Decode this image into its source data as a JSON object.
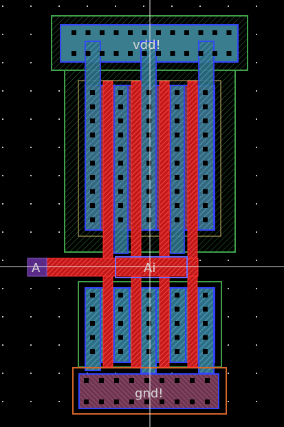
{
  "labels": {
    "vdd": "vdd!",
    "gnd": "gnd!",
    "input_pin": "A",
    "input_net": "Ai"
  },
  "colors": {
    "background": "#000000",
    "grid_dot": "#c8c8c8",
    "crosshair": "#e8e8e8",
    "nwell_outline": "#3fa24a",
    "select_outline": "#6fd36f",
    "active_fill": "#3a7d8f",
    "metal1_outline": "#3344ff",
    "poly_fill": "#d42020",
    "contact_fill": "#000000",
    "pplus_fill": "#7a3b4a",
    "gnd_outline": "#d8662a",
    "label_text": "#d8d8d8"
  }
}
